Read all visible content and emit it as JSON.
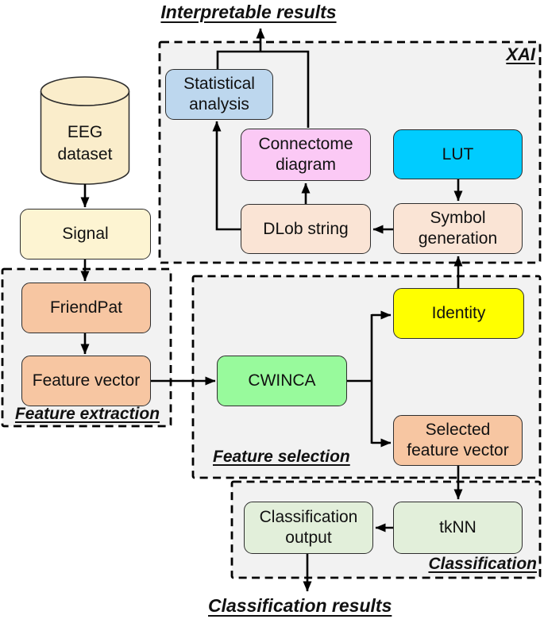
{
  "titles": {
    "top": "Interpretable results",
    "bottom": "Classification results"
  },
  "regions": {
    "xai": {
      "label": "XAI"
    },
    "feature_extraction": {
      "label": "Feature extraction"
    },
    "feature_selection": {
      "label": "Feature selection"
    },
    "classification": {
      "label": "Classification"
    }
  },
  "nodes": {
    "eeg_dataset": {
      "label": "EEG dataset",
      "shape": "cylinder",
      "fill": "#FAEDCB"
    },
    "signal": {
      "label": "Signal",
      "fill": "#FDF4D2"
    },
    "friendpat": {
      "label": "FriendPat",
      "fill": "#F7C6A2"
    },
    "feature_vector": {
      "label": "Feature vector",
      "fill": "#F7C6A2"
    },
    "statistical_analysis": {
      "label": "Statistical analysis",
      "fill": "#BDD7EE"
    },
    "connectome_diagram": {
      "label": "Connectome diagram",
      "fill": "#FBC9F5"
    },
    "lut": {
      "label": "LUT",
      "fill": "#00CCFF"
    },
    "dlob_string": {
      "label": "DLob string",
      "fill": "#FAE4D5"
    },
    "symbol_generation": {
      "label": "Symbol generation",
      "fill": "#FAE4D5"
    },
    "cwinca": {
      "label": "CWINCA",
      "fill": "#98FA9C"
    },
    "identity": {
      "label": "Identity",
      "fill": "#FFFF00"
    },
    "selected_feature_vector": {
      "label": "Selected feature vector",
      "fill": "#F7C6A2"
    },
    "tknn": {
      "label": "tkNN",
      "fill": "#E2EFDA"
    },
    "classification_output": {
      "label": "Classification output",
      "fill": "#E2EFDA"
    }
  },
  "flow": [
    {
      "from": "eeg_dataset",
      "to": "signal"
    },
    {
      "from": "signal",
      "to": "friendpat"
    },
    {
      "from": "friendpat",
      "to": "feature_vector"
    },
    {
      "from": "feature_vector",
      "to": "cwinca"
    },
    {
      "from": "cwinca",
      "to": "identity"
    },
    {
      "from": "cwinca",
      "to": "selected_feature_vector"
    },
    {
      "from": "identity",
      "to": "symbol_generation"
    },
    {
      "from": "lut",
      "to": "symbol_generation"
    },
    {
      "from": "symbol_generation",
      "to": "dlob_string"
    },
    {
      "from": "dlob_string",
      "to": "connectome_diagram"
    },
    {
      "from": "dlob_string",
      "to": "statistical_analysis"
    },
    {
      "from": "statistical_analysis",
      "to": "interpretable_results"
    },
    {
      "from": "connectome_diagram",
      "to": "interpretable_results"
    },
    {
      "from": "selected_feature_vector",
      "to": "tknn"
    },
    {
      "from": "tknn",
      "to": "classification_output"
    },
    {
      "from": "classification_output",
      "to": "classification_results"
    }
  ],
  "colors": {
    "region_fill": "#F2F2F2",
    "line": "#000000",
    "node_border": "#2E2E2E"
  }
}
